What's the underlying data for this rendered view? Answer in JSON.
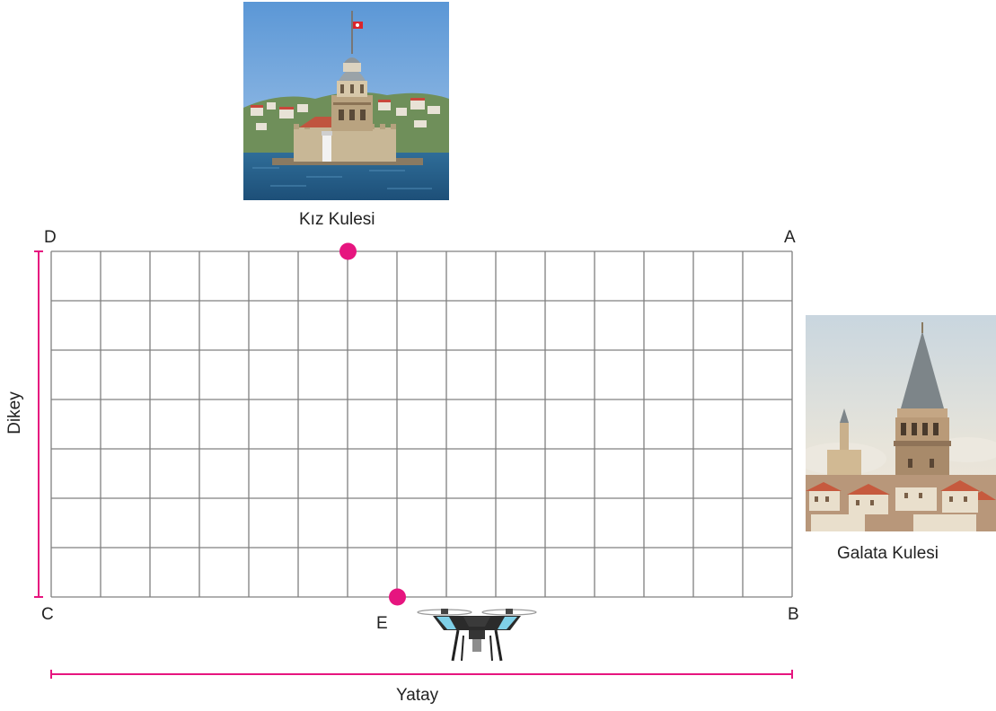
{
  "photos": {
    "maiden_tower": {
      "caption": "Kız Kulesi"
    },
    "galata_tower": {
      "caption": "Galata Kulesi"
    }
  },
  "grid": {
    "columns": 15,
    "rows": 7,
    "line_color": "#808080",
    "corners": {
      "top_right": "A",
      "bottom_right": "B",
      "bottom_left": "C",
      "top_left": "D"
    },
    "points": [
      {
        "name": "top-marker",
        "label": "",
        "column": 6,
        "row": 7
      },
      {
        "name": "E",
        "label": "E",
        "column": 7,
        "row": 0
      }
    ],
    "marker_color": "#e6157f"
  },
  "axes": {
    "horizontal_label": "Yatay",
    "vertical_label": "Dikey",
    "color": "#e6157f"
  }
}
